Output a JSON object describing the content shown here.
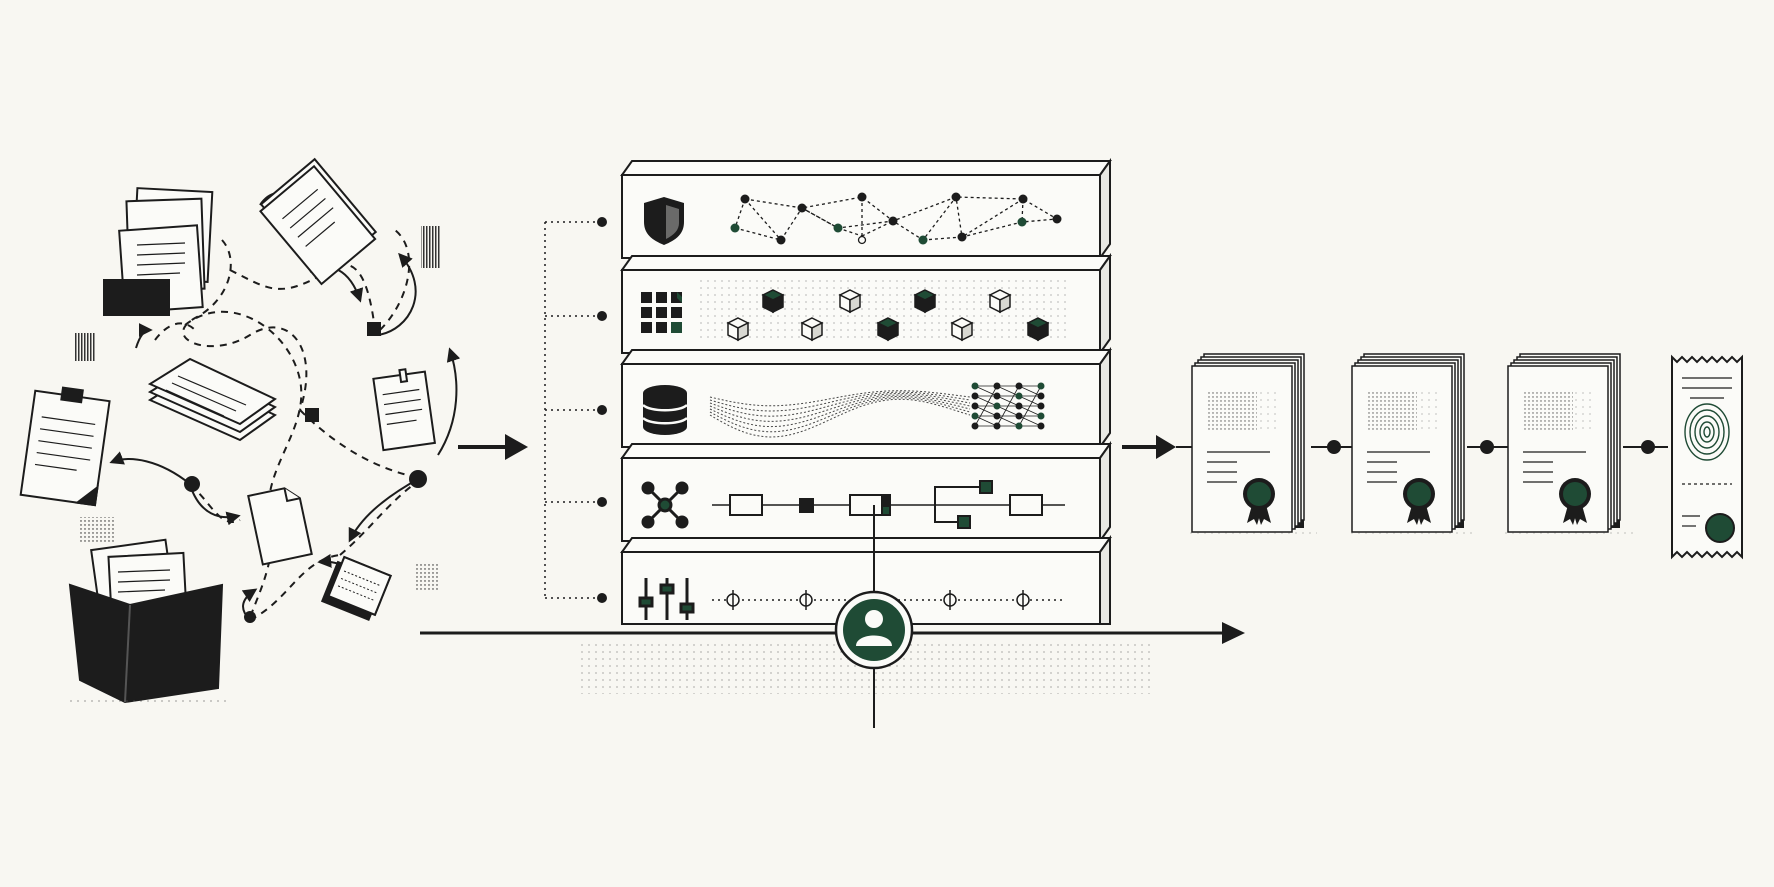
{
  "diagram": {
    "kind": "document-processing-pipeline",
    "has_text_labels": false,
    "colors": {
      "background": "#f8f7f2",
      "ink": "#1c1c1c",
      "accent": "#1f4b35",
      "paper": "#fbfbf8"
    },
    "input_zone": {
      "name": "scattered-documents",
      "item_icons": [
        "document-stack-icon",
        "clipboard-icon",
        "paper-pile-icon",
        "folder-box-icon",
        "note-icon",
        "calendar-pad-icon",
        "single-page-icon"
      ]
    },
    "processing_layers": [
      {
        "id": "security",
        "icon": "shield-icon",
        "pattern": "node-network"
      },
      {
        "id": "classification",
        "icon": "grid-blocks-icon",
        "pattern": "scattered-cubes"
      },
      {
        "id": "data",
        "icon": "database-icon",
        "pattern": "wave-to-nodes"
      },
      {
        "id": "workflow",
        "icon": "graph-nodes-icon",
        "pattern": "box-flowchart"
      },
      {
        "id": "controls",
        "icon": "sliders-icon",
        "pattern": "checkpoint-line"
      }
    ],
    "human_review": {
      "icon": "person-icon"
    },
    "outputs": [
      {
        "id": "certified-doc-1",
        "icon": "ribbon-seal-icon"
      },
      {
        "id": "certified-doc-2",
        "icon": "ribbon-seal-icon"
      },
      {
        "id": "certified-doc-3",
        "icon": "ribbon-seal-icon"
      },
      {
        "id": "receipt",
        "icon": "fingerprint-icon"
      }
    ]
  }
}
